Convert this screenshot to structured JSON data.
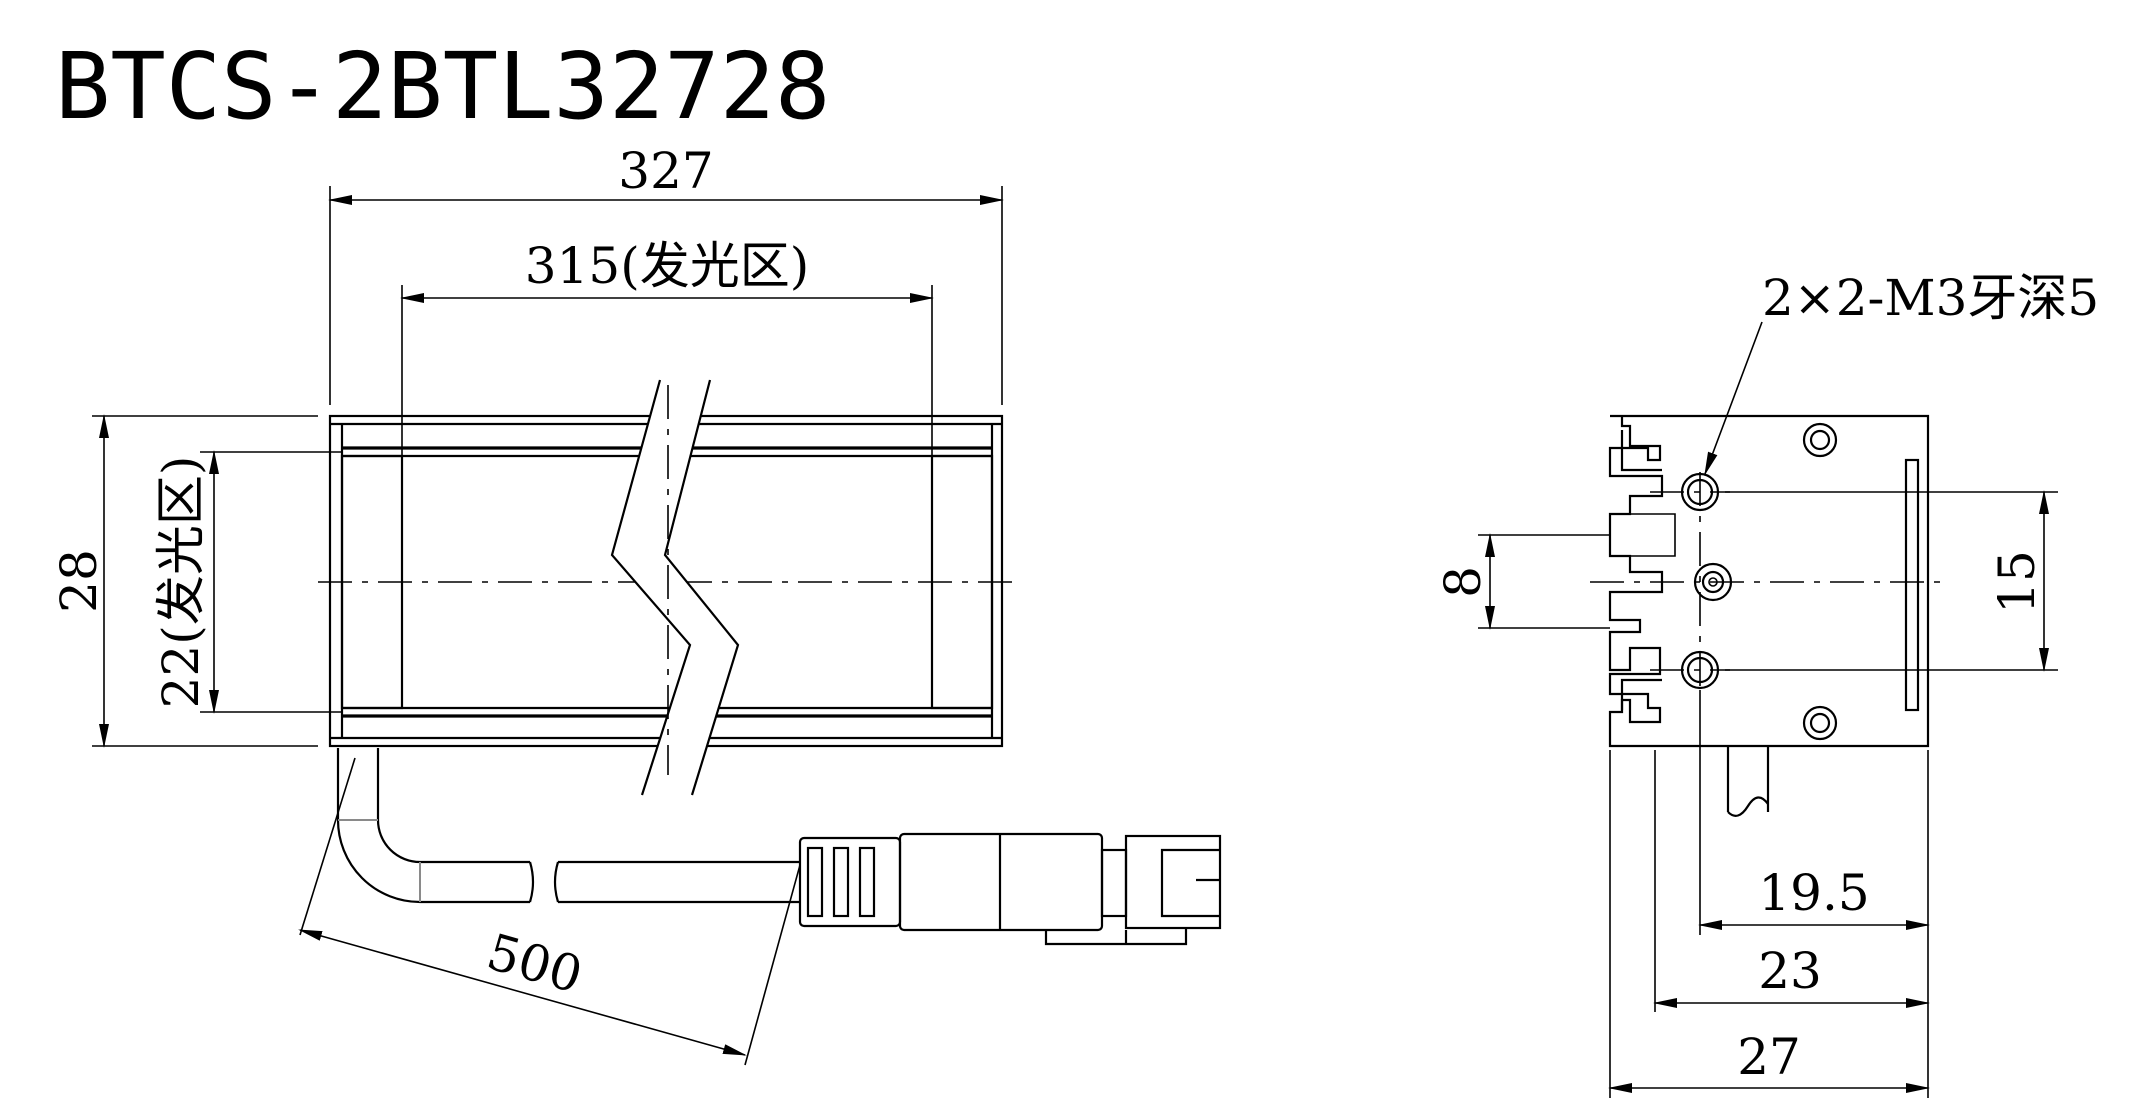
{
  "title": "BTCS-2BTL32728",
  "front_view": {
    "length_total": "327",
    "length_emitting": "315(发光区)",
    "height_total": "28",
    "height_emitting": "22(发光区)",
    "cable_length": "500"
  },
  "side_view": {
    "thread_note": "2×2-M3牙深5",
    "pitch_small": "8",
    "pitch_large": "15",
    "depth_1": "19.5",
    "depth_2": "23",
    "depth_3": "27"
  }
}
